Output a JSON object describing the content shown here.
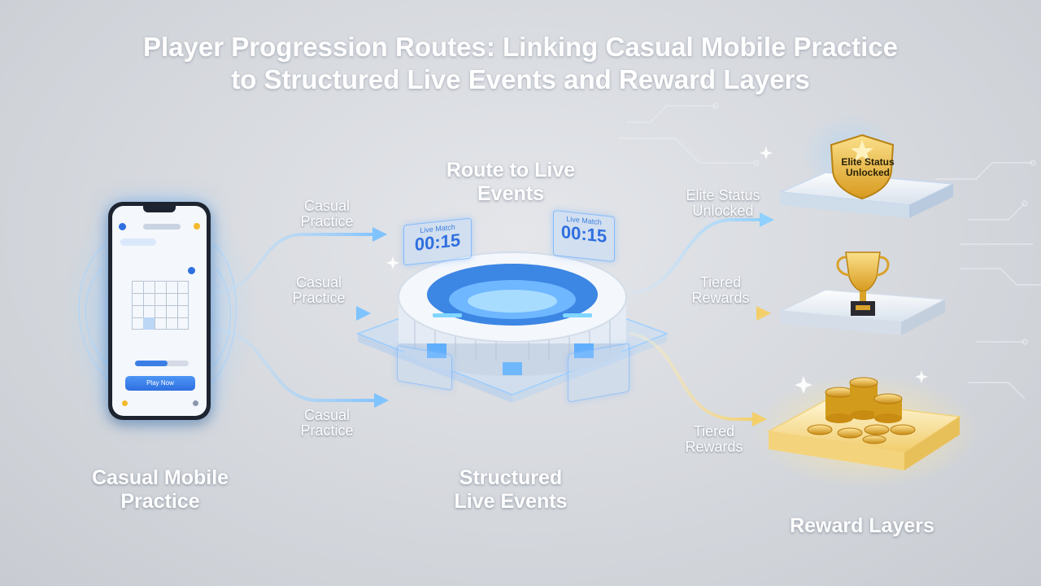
{
  "title": {
    "line1": "Player Progression Routes: Linking Casual Mobile Practice",
    "line2": "to Structured Live Events and Reward Layers"
  },
  "sections": {
    "mobile": "Casual Mobile Practice",
    "live": "Structured Live Events",
    "route": "Route to Live Events",
    "rewards": "Reward Layers"
  },
  "flows": {
    "left": [
      "Casual Practice",
      "Casual Practice",
      "Casual Practice"
    ],
    "right": [
      "Elite Status Unlocked",
      "Tiered Rewards",
      "Tiered Rewards"
    ]
  },
  "phone": {
    "play_button": "Play Now"
  },
  "scoreboards": {
    "match_label": "Live Match",
    "match_time": "00:15"
  },
  "rewards": {
    "shield_label": "Elite Status Unlocked",
    "tier1_icon": "shield-icon",
    "tier2_icon": "trophy-icon",
    "tier3_icon": "coin-stack-icon"
  },
  "colors": {
    "flow_blue": "#8fcaff",
    "flow_gold": "#f6d98a",
    "accent_blue": "#2f6fe0",
    "gold": "#e9b431"
  }
}
